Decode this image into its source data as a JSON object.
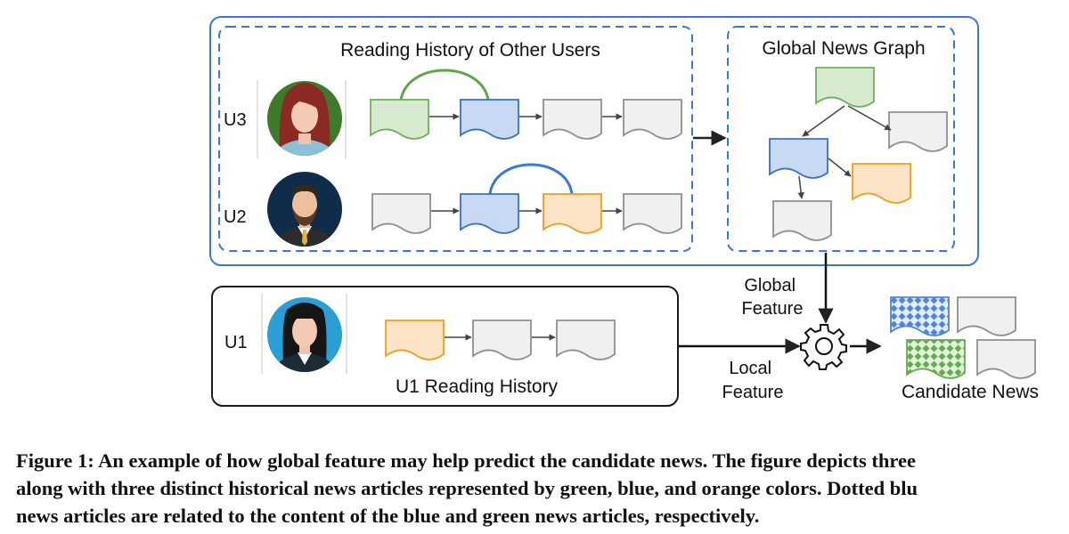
{
  "diagram": {
    "other_users_title": "Reading History of Other Users",
    "global_graph_title": "Global News Graph",
    "user_labels": {
      "u3": "U3",
      "u2": "U2",
      "u1": "U1"
    },
    "global_feature_label": [
      "Global",
      "Feature"
    ],
    "local_feature_label": [
      "Local",
      "Feature"
    ],
    "u1_history_label": "U1 Reading History",
    "candidate_news_label": "Candidate News",
    "icons": [
      "woman-red-hair-avatar",
      "bearded-man-avatar",
      "woman-black-hair-avatar",
      "gear-icon",
      "document-icon"
    ]
  },
  "colors": {
    "container_blue": "#3a78d8",
    "doc_green_fill": "#d6ead0",
    "doc_green_stroke": "#6fae5c",
    "doc_blue_fill": "#c7d9f3",
    "doc_blue_stroke": "#3a70c6",
    "doc_orange_fill": "#fde4c6",
    "doc_orange_stroke": "#f29d1c",
    "doc_gray_fill": "#f0f0f0",
    "doc_gray_stroke": "#8f8f8f",
    "arc_green": "#5ea64a",
    "arc_blue": "#3a78d8"
  },
  "caption": {
    "lines": [
      "Figure 1: An example of how global feature may help predict the candidate news. The figure depicts three",
      "along with three distinct historical news articles represented by green, blue, and orange colors. Dotted blu",
      "news articles are related to the content of the blue and green news articles, respectively."
    ]
  }
}
